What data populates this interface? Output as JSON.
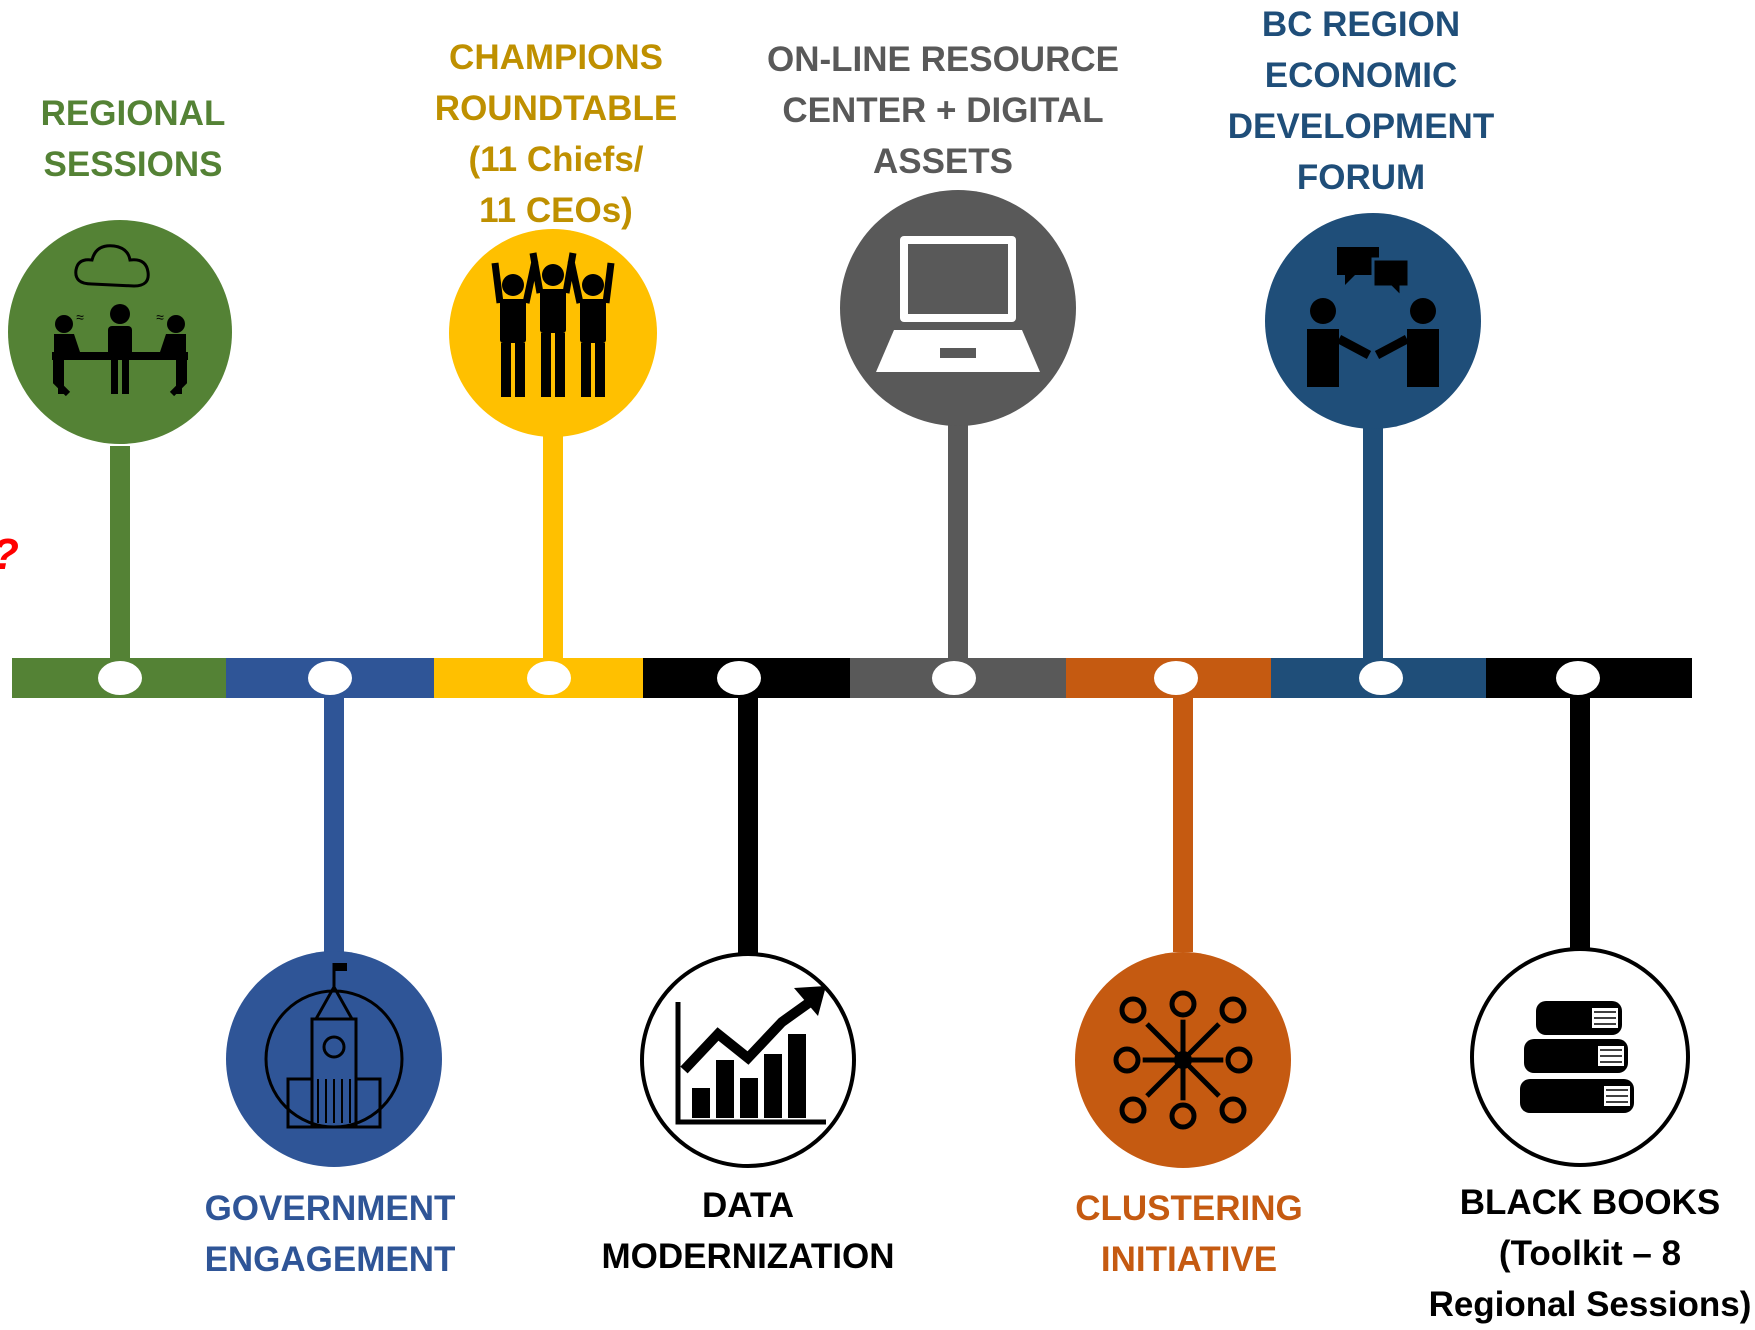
{
  "colors": {
    "green": "#548235",
    "blue": "#2f5597",
    "yellow": "#ffc000",
    "black": "#000000",
    "gray": "#595959",
    "orange": "#c55a11",
    "navy": "#1f4e79",
    "gold_text": "#bf9000",
    "gray_text": "#595959"
  },
  "timeline": {
    "segments": [
      "green",
      "blue",
      "yellow",
      "black",
      "gray",
      "orange",
      "navy",
      "black"
    ]
  },
  "items": [
    {
      "id": "regional-sessions",
      "side": "top",
      "color": "green",
      "label": "REGIONAL\nSESSIONS",
      "icon": "meeting-icon"
    },
    {
      "id": "government-engagement",
      "side": "bottom",
      "color": "blue",
      "label": "GOVERNMENT\nENGAGEMENT",
      "icon": "parliament-icon"
    },
    {
      "id": "champions-roundtable",
      "side": "top",
      "color": "yellow",
      "text_color": "gold_text",
      "label": "CHAMPIONS\nROUNDTABLE\n(11 Chiefs/\n11 CEOs)",
      "icon": "champions-icon"
    },
    {
      "id": "data-modernization",
      "side": "bottom",
      "color": "black",
      "label": "DATA\nMODERNIZATION",
      "icon": "growth-chart-icon"
    },
    {
      "id": "online-resource-center",
      "side": "top",
      "color": "gray",
      "text_color": "gray_text",
      "label": "ON-LINE RESOURCE\nCENTER + DIGITAL\nASSETS",
      "icon": "laptop-icon"
    },
    {
      "id": "clustering-initiative",
      "side": "bottom",
      "color": "orange",
      "label": "CLUSTERING\nINITIATIVE",
      "icon": "network-icon"
    },
    {
      "id": "bc-region-forum",
      "side": "top",
      "color": "navy",
      "label": "BC REGION\nECONOMIC\nDEVELOPMENT\nFORUM",
      "icon": "discussion-icon"
    },
    {
      "id": "black-books",
      "side": "bottom",
      "color": "black",
      "label": "BLACK BOOKS\n(Toolkit – 8\nRegional Sessions)",
      "icon": "books-icon"
    }
  ],
  "side_mark": "?"
}
